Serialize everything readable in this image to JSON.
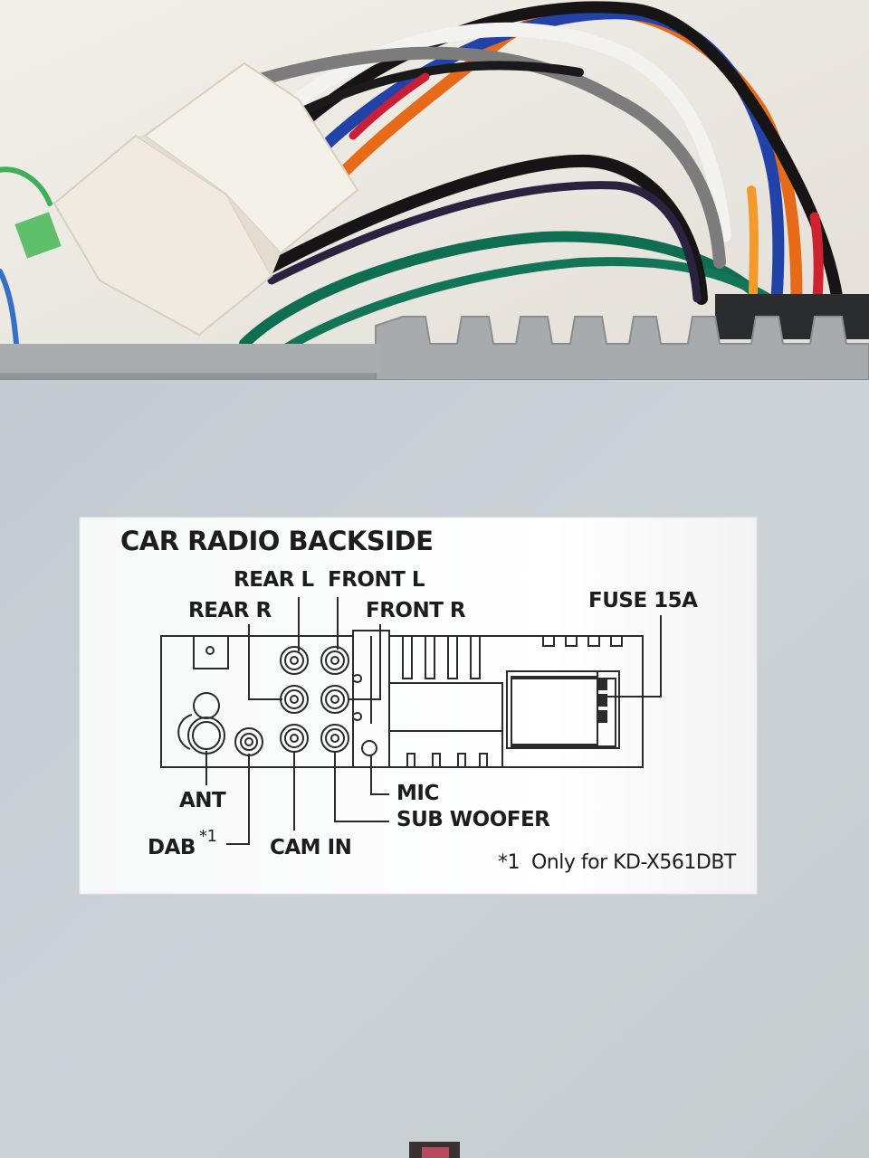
{
  "sticker": {
    "title": "CAR RADIO BACKSIDE",
    "labels": {
      "rear_l": "REAR L",
      "front_l": "FRONT L",
      "rear_r": "REAR R",
      "front_r": "FRONT R",
      "fuse": "FUSE 15A",
      "ant": "ANT",
      "dab": "DAB",
      "dab_note_mark": "*1",
      "cam_in": "CAM IN",
      "mic": "MIC",
      "sub_woofer": "SUB WOOFER"
    },
    "footnote": "*1  Only for KD-X561DBT"
  },
  "colors": {
    "wall": "#ece9e3",
    "housing": "#c9d0d4",
    "heatsink": "#9ea3a6",
    "sticker": "#ffffff",
    "wire_green": "#0f6e52",
    "wire_orange": "#e66a18",
    "wire_blue": "#2342a8",
    "wire_black": "#161414",
    "wire_white": "#f2f2f0",
    "wire_gray": "#7c7c7c",
    "connector": "#f0ece2"
  }
}
